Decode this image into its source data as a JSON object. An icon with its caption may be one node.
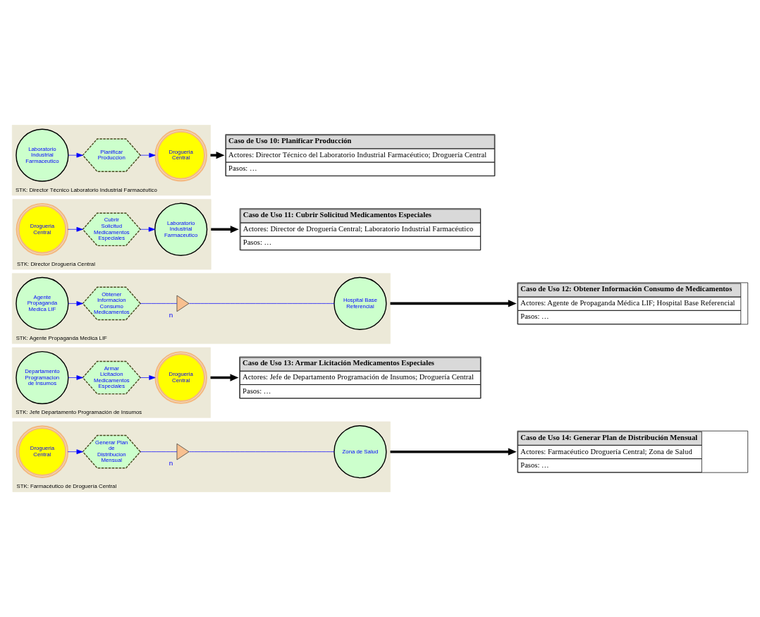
{
  "diagram": {
    "nodes": [
      {
        "text": [
          "STK: Director Técnico Laboratorio Industrial Farmacéutico"
        ]
      },
      {
        "text": [
          "Laboratorio Industrial Farmaceutico"
        ],
        "in": 0
      },
      {
        "text": [
          "Planificar Produccion"
        ],
        "in": 0
      },
      {
        "text": [
          "Drogueria Central"
        ],
        "in": 0
      },
      {
        "text": [
          "Caso de Uso 10: Planificar Producción",
          "Actores: Director Técnico del Laboratorio Industrial Farmacéutico; Droguería Central",
          "Pasos: …"
        ]
      },
      {
        "text": [
          "STK: Director Droguería Central"
        ]
      },
      {
        "text": [
          "Drogueria Central"
        ],
        "in": 5
      },
      {
        "text": [
          "Cubrir Solicitud Medicamentos Especiales"
        ],
        "in": 5
      },
      {
        "text": [
          "Laboratorio Industrial Farmaceutico"
        ],
        "in": 5
      },
      {
        "text": [
          "Caso de Uso 11: Cubrir Solicitud Medicamentos Especiales",
          "Actores: Director de Droguería Central; Laboratorio Industrial Farmacéutico",
          "Pasos: …"
        ]
      },
      {
        "text": [
          "STK: Agente Propaganda Medica LIF"
        ]
      },
      {
        "text": [
          "Agente Propaganda Medica LIF"
        ],
        "in": 10
      },
      {
        "text": [
          "Obtener Informacion Consumo Medicamentos"
        ],
        "in": 10
      },
      {
        "text": [],
        "shape": "triangle",
        "beside": [
          "n"
        ],
        "in": 10
      },
      {
        "text": [
          "Hospital Base Referencial"
        ],
        "in": 10
      },
      {
        "text": [
          "Caso de Uso 12: Obtener Información Consumo de Medicamentos",
          "Actores: Agente de Propaganda Médica LIF; Hospital Base Referencial",
          "Pasos: …"
        ]
      },
      {
        "text": [
          "STK: Jefe Departamento Programación de Insumos"
        ]
      },
      {
        "text": [
          "Departamento Programacion de Insumos"
        ],
        "in": 16
      },
      {
        "text": [
          "Armar Licitacion Medicamentos Especiales"
        ],
        "in": 16
      },
      {
        "text": [
          "Drogueria Central"
        ],
        "in": 16
      },
      {
        "text": [
          "Caso de Uso 13: Armar Licitación Medicamentos Especiales",
          "Actores: Jefe de Departamento Programación de Insumos; Droguería Central",
          "Pasos: …"
        ]
      },
      {
        "text": [
          "STK: Farmacéutico de Droguería Central"
        ]
      },
      {
        "text": [
          "Drogueria Central"
        ],
        "in": 21
      },
      {
        "text": [
          "Generar Plan de Distribucion Mensual"
        ],
        "in": 21
      },
      {
        "text": [],
        "shape": "triangle",
        "beside": [
          "n"
        ],
        "in": 21
      },
      {
        "text": [
          "Zona de Salud"
        ],
        "in": 21
      },
      {
        "text": [
          "Caso de Uso 14: Generar Plan de Distribución Mensual",
          "Actores: Farmacéutico Droguería Central; Zona de Salud",
          "Pasos: …"
        ]
      }
    ],
    "edges": [
      {
        "from": 1,
        "to": 2,
        "arrow": "to"
      },
      {
        "from": 2,
        "to": 3,
        "arrow": "to"
      },
      {
        "from": 0,
        "to": 4,
        "arrow": "to",
        "style": "thick",
        "color": "#000000"
      },
      {
        "from": 6,
        "to": 7,
        "arrow": "to"
      },
      {
        "from": 7,
        "to": 8,
        "arrow": "to"
      },
      {
        "from": 5,
        "to": 9,
        "arrow": "to",
        "style": "thick",
        "color": "#000000"
      },
      {
        "from": 11,
        "to": 12,
        "arrow": "to"
      },
      {
        "from": 12,
        "to": 13,
        "arrow": "none"
      },
      {
        "from": 13,
        "to": 14,
        "arrow": "none"
      },
      {
        "from": 10,
        "to": 15,
        "arrow": "to",
        "style": "thick",
        "color": "#000000"
      },
      {
        "from": 17,
        "to": 18,
        "arrow": "to"
      },
      {
        "from": 18,
        "to": 19,
        "arrow": "to"
      },
      {
        "from": 16,
        "to": 20,
        "arrow": "to",
        "style": "thick",
        "color": "#000000"
      },
      {
        "from": 22,
        "to": 23,
        "arrow": "to"
      },
      {
        "from": 23,
        "to": 24,
        "arrow": "none"
      },
      {
        "from": 24,
        "to": 25,
        "arrow": "none"
      },
      {
        "from": 21,
        "to": 26,
        "arrow": "to",
        "style": "thick",
        "color": "#000000"
      }
    ]
  }
}
